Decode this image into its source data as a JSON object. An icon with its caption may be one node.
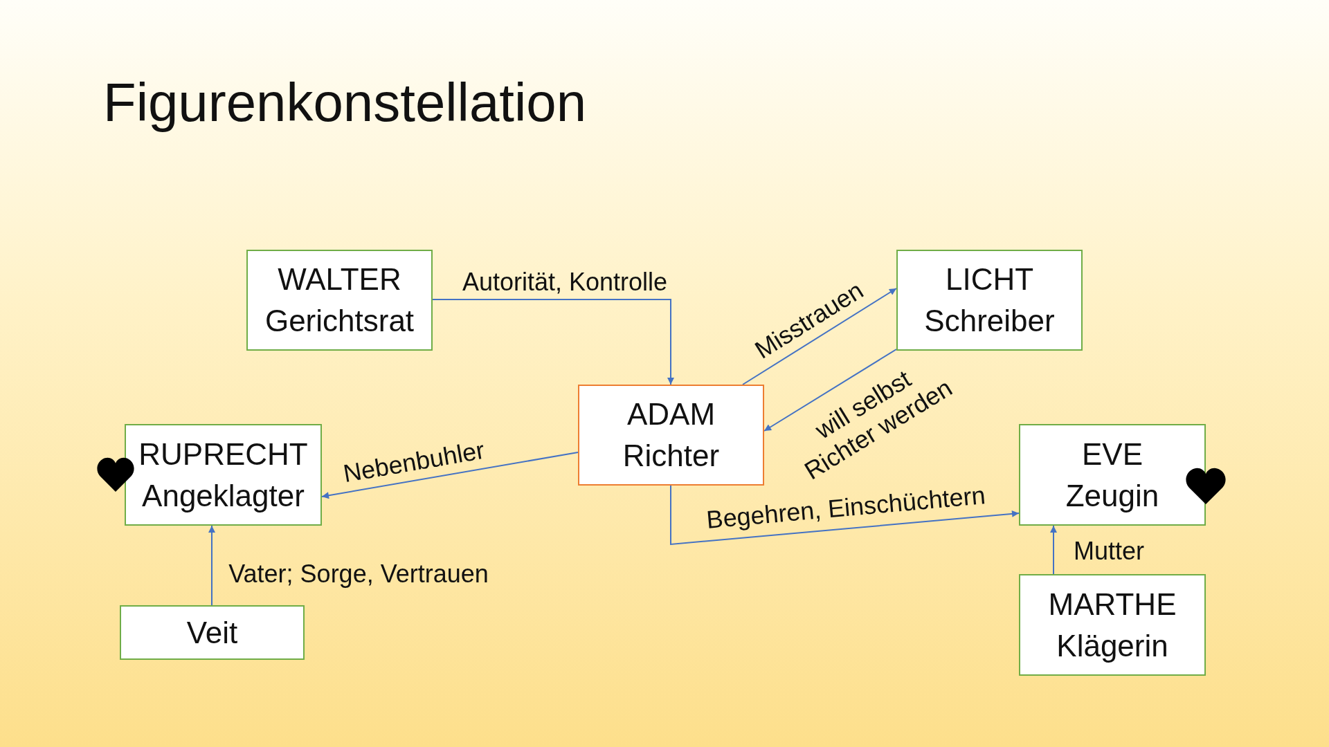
{
  "diagram": {
    "title": "Figurenkonstellation",
    "nodes": [
      {
        "text": [
          "WALTER",
          "Gerichtsrat"
        ]
      },
      {
        "text": [
          "LICHT",
          "Schreiber"
        ]
      },
      {
        "text": [
          "ADAM",
          "Richter"
        ]
      },
      {
        "text": [
          "RUPRECHT",
          "Angeklagter"
        ]
      },
      {
        "text": [
          "EVE",
          "Zeugin"
        ]
      },
      {
        "text": [
          "Veit"
        ]
      },
      {
        "text": [
          "MARTHE",
          "Klägerin"
        ]
      }
    ],
    "edges": [
      {
        "from": 0,
        "to": 2,
        "arrow": "to",
        "label": "Autorität, Kontrolle"
      },
      {
        "from": 2,
        "to": 1,
        "arrow": "to",
        "label": "Misstrauen"
      },
      {
        "from": 1,
        "to": 2,
        "arrow": "to",
        "label": "will selbst Richter werden"
      },
      {
        "from": 2,
        "to": 3,
        "arrow": "to",
        "label": "Nebenbuhler"
      },
      {
        "from": 2,
        "to": 4,
        "arrow": "to",
        "label": "Begehren, Einschüchtern"
      },
      {
        "from": 5,
        "to": 3,
        "arrow": "to",
        "label": "Vater; Sorge, Vertrauen"
      },
      {
        "from": 6,
        "to": 4,
        "arrow": "to",
        "label": "Mutter"
      }
    ]
  }
}
